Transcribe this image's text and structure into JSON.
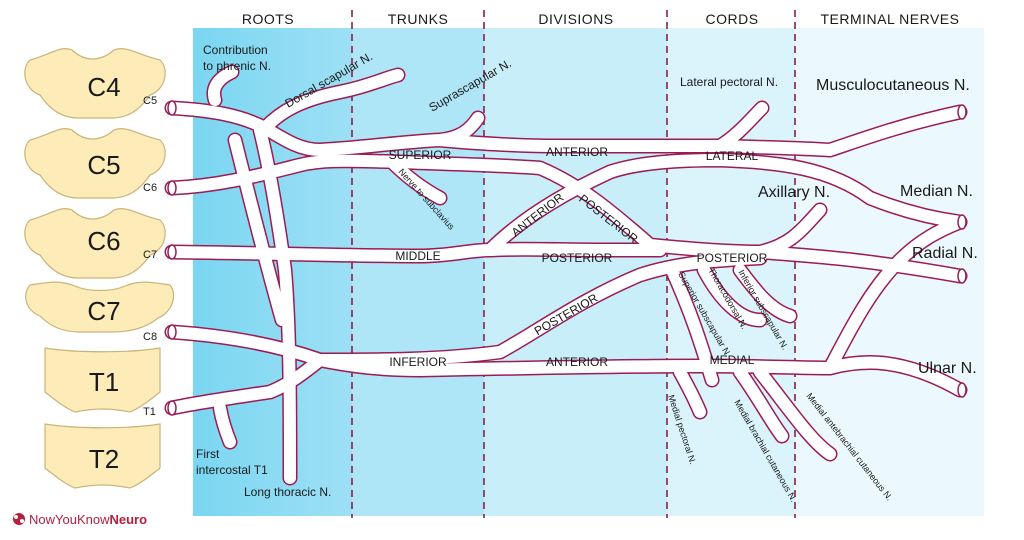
{
  "columns": {
    "roots": "ROOTS",
    "trunks": "TRUNKS",
    "divisions": "DIVISIONS",
    "cords": "CORDS",
    "terminal": "TERMINAL NERVES"
  },
  "vertebrae": [
    "C4",
    "C5",
    "C6",
    "C7",
    "T1",
    "T2"
  ],
  "root_labels": [
    "C5",
    "C6",
    "C7",
    "C8",
    "T1"
  ],
  "trunks": {
    "superior": "SUPERIOR",
    "middle": "MIDDLE",
    "inferior": "INFERIOR"
  },
  "divisions": {
    "anterior_top": "ANTERIOR",
    "anterior_diag": "ANTERIOR",
    "posterior_diag": "POSTERIOR",
    "posterior_mid": "POSTERIOR",
    "posterior_low": "POSTERIOR",
    "anterior_bottom": "ANTERIOR"
  },
  "cords": {
    "lateral": "LATERAL",
    "posterior": "POSTERIOR",
    "medial": "MEDIAL"
  },
  "branches": {
    "phrenic_1": "Contribution",
    "phrenic_2": "to phrenic N.",
    "dorsal_scapular": "Dorsal scapular N.",
    "suprascapular": "Suprascapular N.",
    "subclavius": "Nerve to subclavius",
    "first_intercostal_1": "First",
    "first_intercostal_2": "intercostal T1",
    "long_thoracic": "Long thoracic N.",
    "lateral_pectoral": "Lateral pectoral N.",
    "superior_subscapular": "Superior subscapular N.",
    "thoracodorsal": "Thoracodorsal N.",
    "inferior_subscapular": "Inferior subscapular N.",
    "medial_pectoral": "Medial pectoral N.",
    "medial_brachial": "Medial brachial cutaneous N.",
    "medial_antebrachial": "Medial antebrachial cutaneous N."
  },
  "terminal_nerves": {
    "musculocutaneous": "Musculocutaneous N.",
    "axillary": "Axillary N.",
    "median": "Median N.",
    "radial": "Radial N.",
    "ulnar": "Ulnar N."
  },
  "brand": {
    "part1": "NowYouKnow",
    "part2": "Neuro"
  },
  "colors": {
    "roots_bg": "#7fd8f2",
    "trunks_bg": "#a9e5f7",
    "divisions_bg": "#c9effa",
    "cords_bg": "#dcf5fc",
    "terminal_bg": "#ecf9fd",
    "nerve_outline": "#9b1b55",
    "divider": "#8b1e4e",
    "vertebra_fill": "#fdebb8",
    "vertebra_stroke": "#c9b47a",
    "brand": "#b5203f"
  }
}
